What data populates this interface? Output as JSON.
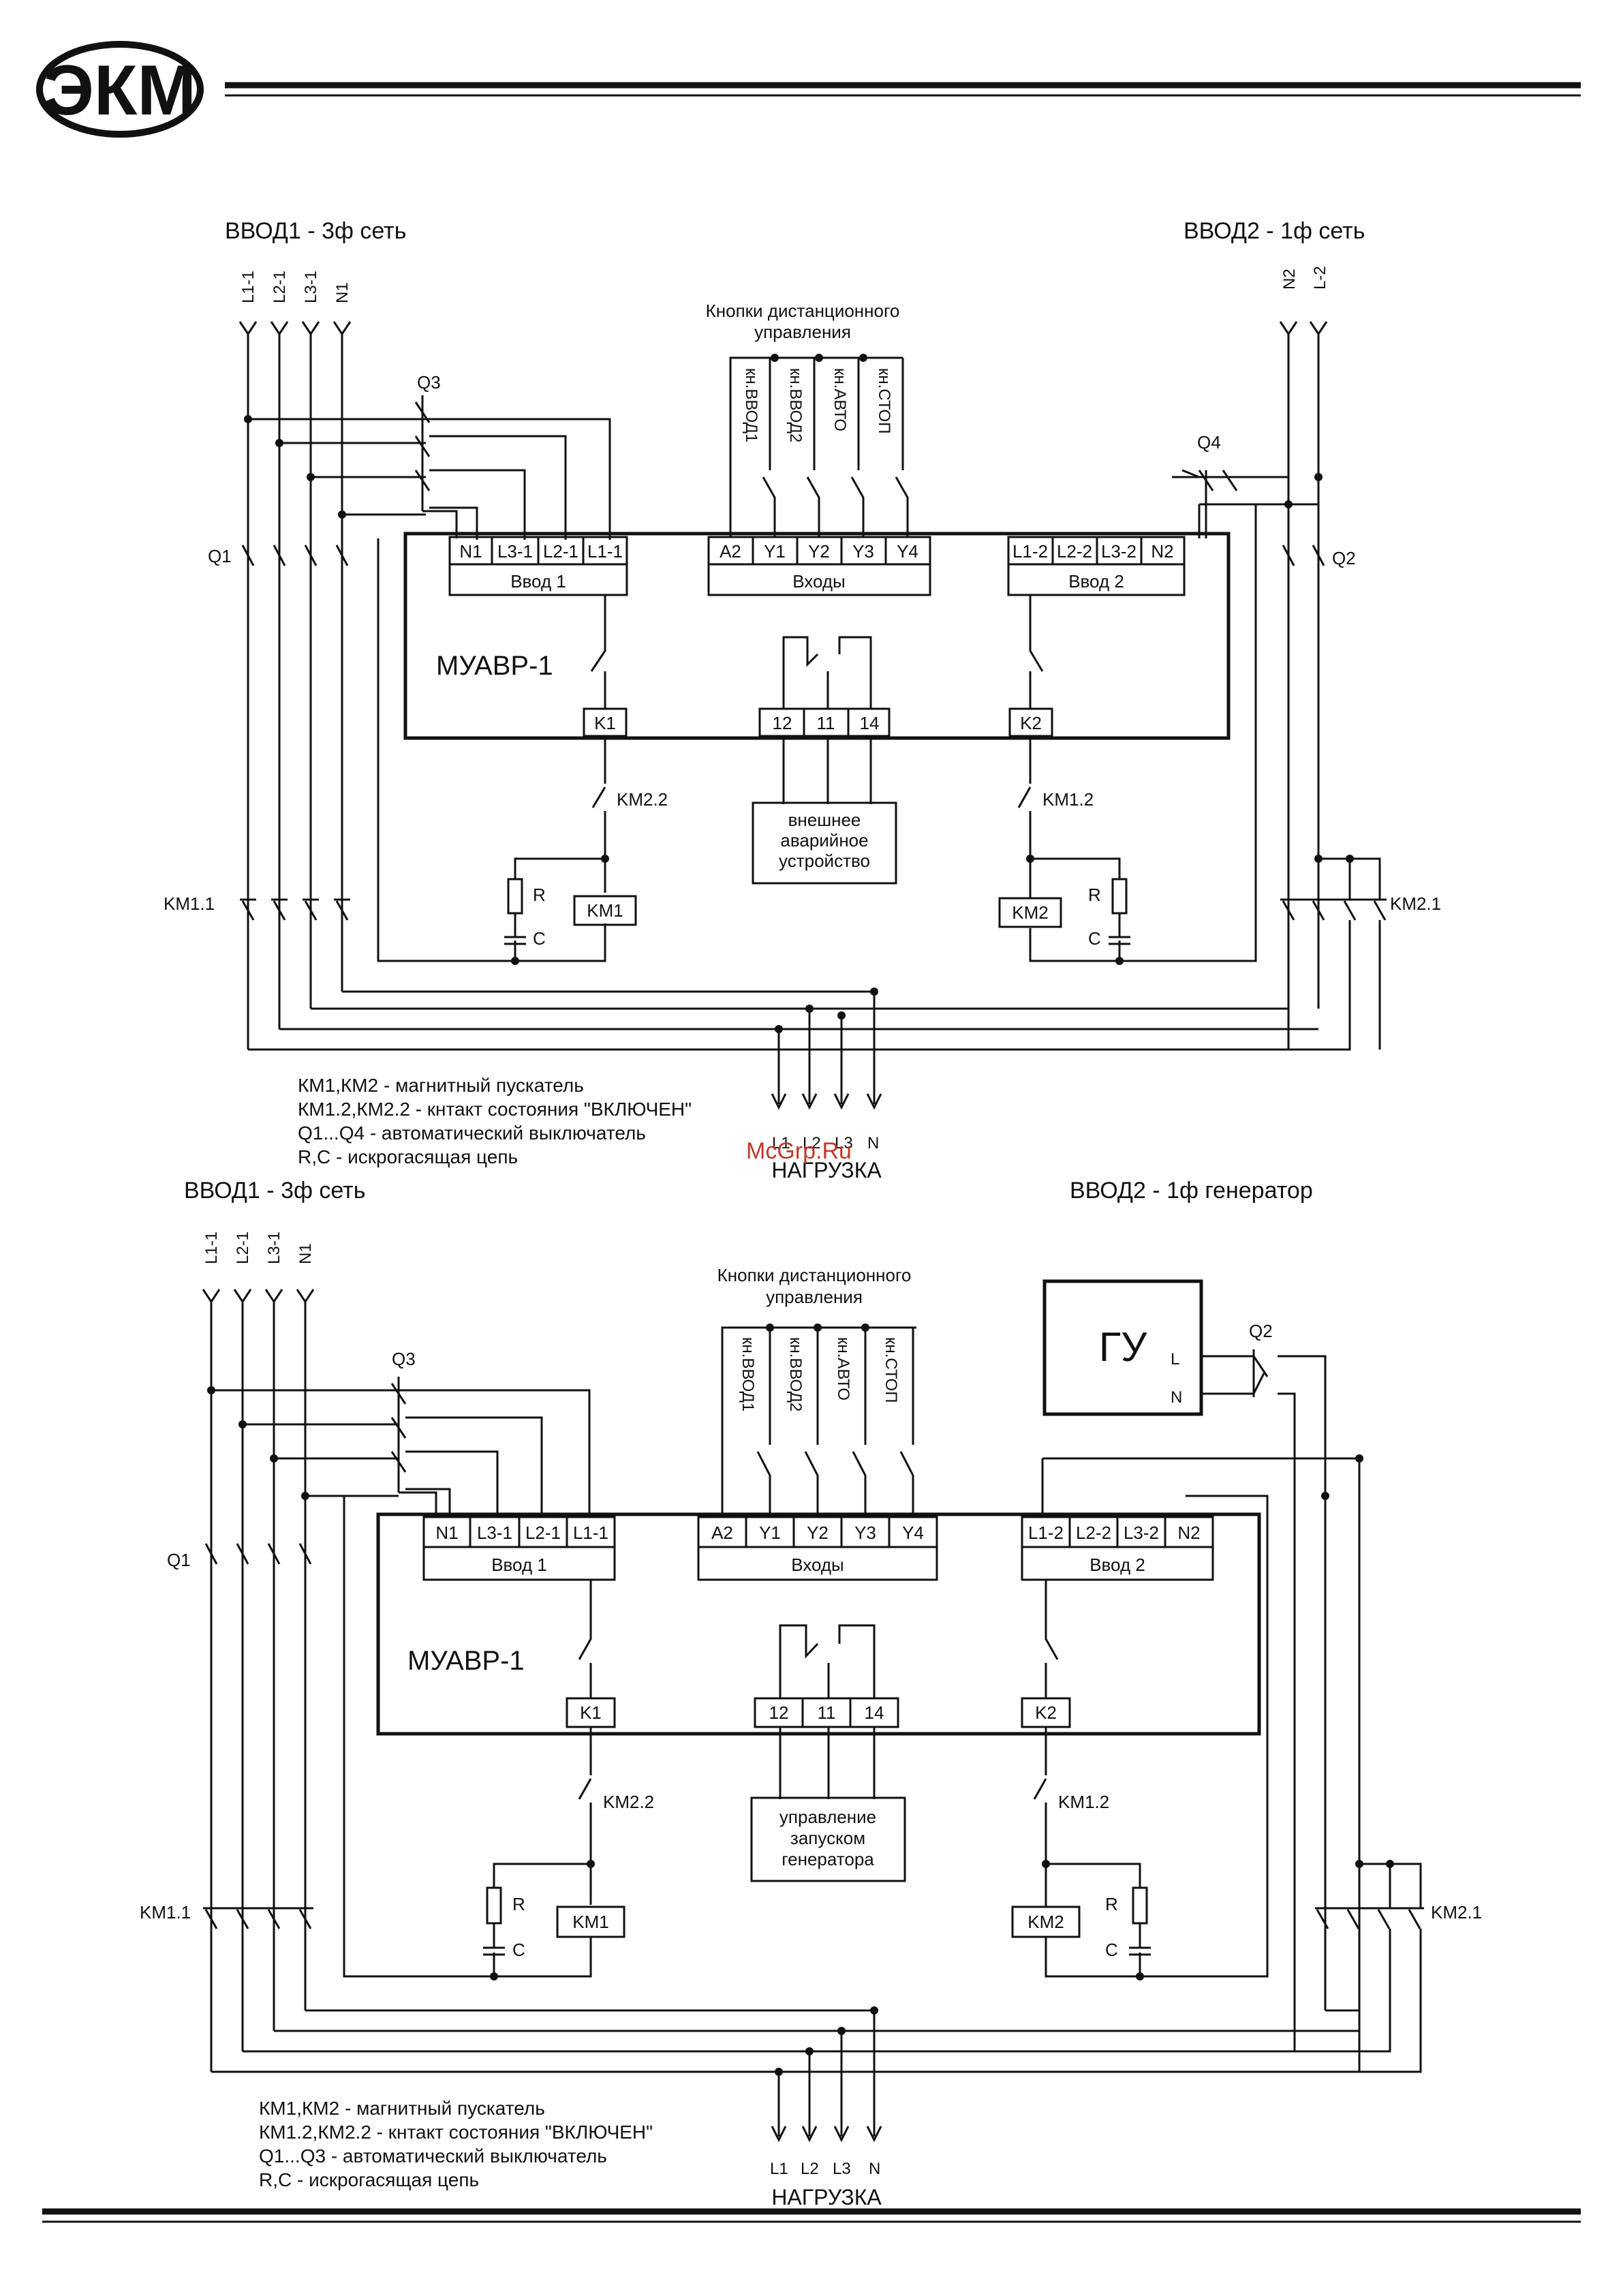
{
  "header": {
    "logo_text": "ЭКМ"
  },
  "watermark": "McGrp.Ru",
  "common": {
    "buttons_title_1": "Кнопки дистанционного",
    "buttons_title_2": "управления",
    "button_labels": [
      "кн.ВВОД1",
      "кн.ВВОД2",
      "кн.АВТО",
      "кн.СТОП"
    ],
    "module_name": "МУАВР-1",
    "input1_terminals": [
      "N1",
      "L3-1",
      "L2-1",
      "L1-1"
    ],
    "input1_label": "Ввод 1",
    "inputs_terminals": [
      "A2",
      "Y1",
      "Y2",
      "Y3",
      "Y4"
    ],
    "inputs_label": "Входы",
    "input2_terminals": [
      "L1-2",
      "L2-2",
      "L3-2",
      "N2"
    ],
    "input2_label": "Ввод 2",
    "k1": "K1",
    "k2": "K2",
    "relay_terminals": [
      "12",
      "11",
      "14"
    ],
    "km1": "KM1",
    "km2": "KM2",
    "km1_1": "KM1.1",
    "km2_1": "KM2.1",
    "km1_2": "KM1.2",
    "km2_2": "KM2.2",
    "r": "R",
    "c": "C",
    "q1": "Q1",
    "q2": "Q2",
    "q3": "Q3",
    "q4": "Q4",
    "load_labels": [
      "L1",
      "L2",
      "L3",
      "N"
    ],
    "load_title": "НАГРУЗКА",
    "in1_phases": [
      "L1-1",
      "L2-1",
      "L3-1",
      "N1"
    ],
    "in2_phases": [
      "N2",
      "L-2"
    ]
  },
  "diagram1": {
    "title_left": "ВВОД1 - 3ф сеть",
    "title_right": "ВВОД2 - 1ф сеть",
    "device_lines": [
      "внешнее",
      "аварийное",
      "устройство"
    ],
    "legend": [
      "КМ1,КМ2 - магнитный пускатель",
      "КМ1.2,КМ2.2 - кнтакт состояния \"ВКЛЮЧЕН\"",
      "Q1...Q4 - автоматический выключатель",
      "R,C - искрогасящая цепь"
    ]
  },
  "diagram2": {
    "title_left": "ВВОД1 - 3ф сеть",
    "title_right": "ВВОД2 - 1ф генератор",
    "generator": "ГУ",
    "gen_l": "L",
    "gen_n": "N",
    "device_lines": [
      "управление",
      "запуском",
      "генератора"
    ],
    "legend": [
      "КМ1,КМ2 - магнитный пускатель",
      "КМ1.2,КМ2.2 - кнтакт состояния \"ВКЛЮЧЕН\"",
      "Q1...Q3 - автоматический выключатель",
      "R,C - искрогасящая цепь"
    ]
  }
}
